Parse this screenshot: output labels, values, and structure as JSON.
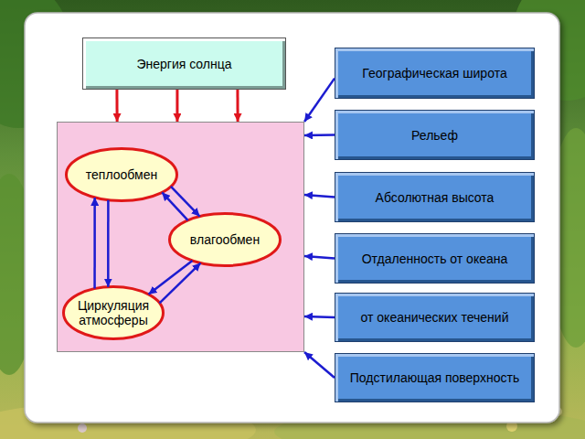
{
  "diagram": {
    "nodes": [
      {
        "text": [
          "Энергия солнца"
        ]
      },
      {
        "text": [
          "Географическая широта"
        ]
      },
      {
        "text": []
      },
      {
        "text": [
          "теплообмен"
        ],
        "in": 2
      },
      {
        "text": [
          "влагообмен"
        ],
        "in": 2
      },
      {
        "text": [
          "Циркуляция атмосферы"
        ],
        "in": 2
      },
      {
        "text": [
          "Рельеф"
        ]
      },
      {
        "text": [
          "Абсолютная высота"
        ]
      },
      {
        "text": [
          "Отдаленность от океана"
        ]
      },
      {
        "text": [
          "от океанических течений"
        ]
      },
      {
        "text": [
          "Подстилающая поверхность"
        ]
      }
    ],
    "edges": [
      {
        "from": 0,
        "to": 2,
        "arrow": "to"
      },
      {
        "from": 0,
        "to": 2,
        "arrow": "to"
      },
      {
        "from": 0,
        "to": 2,
        "arrow": "to"
      },
      {
        "from": 1,
        "to": 2,
        "arrow": "to"
      },
      {
        "from": 6,
        "to": 2,
        "arrow": "to"
      },
      {
        "from": 7,
        "to": 2,
        "arrow": "to"
      },
      {
        "from": 8,
        "to": 2,
        "arrow": "to"
      },
      {
        "from": 9,
        "to": 2,
        "arrow": "to"
      },
      {
        "from": 10,
        "to": 2,
        "arrow": "to"
      },
      {
        "from": 4,
        "to": 3,
        "arrow": "to"
      },
      {
        "from": 3,
        "to": 4,
        "arrow": "to"
      },
      {
        "from": 4,
        "to": 5,
        "arrow": "to"
      },
      {
        "from": 5,
        "to": 4,
        "arrow": "to"
      },
      {
        "from": 5,
        "to": 3,
        "arrow": "to"
      },
      {
        "from": 3,
        "to": 5,
        "arrow": "to"
      }
    ]
  }
}
